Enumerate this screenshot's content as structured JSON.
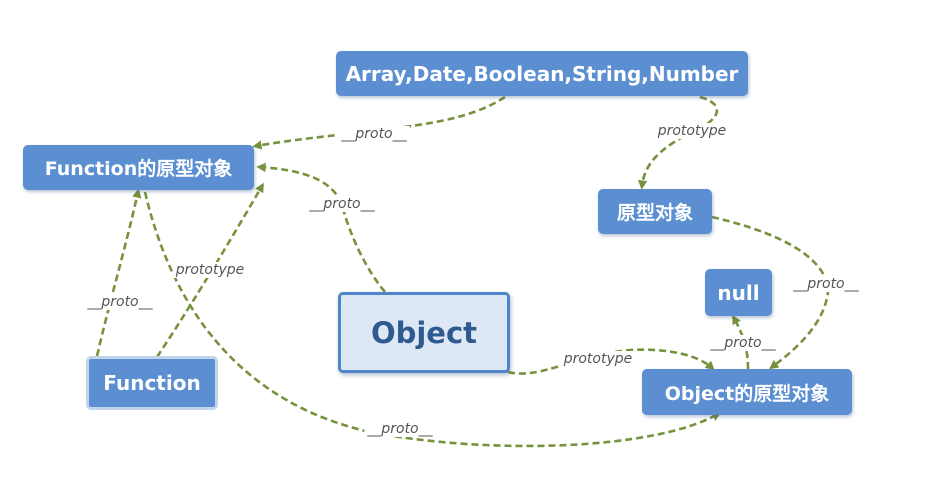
{
  "nodes": {
    "array_types": "Array,Date,Boolean,String,Number",
    "function_prototype": "Function的原型对象",
    "prototype_object": "原型对象",
    "null": "null",
    "object": "Object",
    "function": "Function",
    "object_prototype": "Object的原型对象"
  },
  "edges": [
    {
      "from": "Array,Date,Boolean,String,Number",
      "to": "Function的原型对象",
      "label": "__proto__"
    },
    {
      "from": "Array,Date,Boolean,String,Number",
      "to": "原型对象",
      "label": "prototype"
    },
    {
      "from": "Object",
      "to": "Function的原型对象",
      "label": "__proto__"
    },
    {
      "from": "Function",
      "to": "Function的原型对象",
      "label": "__proto__"
    },
    {
      "from": "Function",
      "to": "Function的原型对象",
      "label": "prototype"
    },
    {
      "from": "原型对象",
      "to": "Object的原型对象",
      "label": "__proto__"
    },
    {
      "from": "Object的原型对象",
      "to": "null",
      "label": "__proto__"
    },
    {
      "from": "Object",
      "to": "Object的原型对象",
      "label": "prototype"
    },
    {
      "from": "Function的原型对象",
      "to": "Object的原型对象",
      "label": "__proto__"
    }
  ],
  "colors": {
    "node_fill": "#5b8fd1",
    "object_fill": "#dde7f5",
    "object_border": "#4f85c9",
    "edge": "#76923c"
  }
}
